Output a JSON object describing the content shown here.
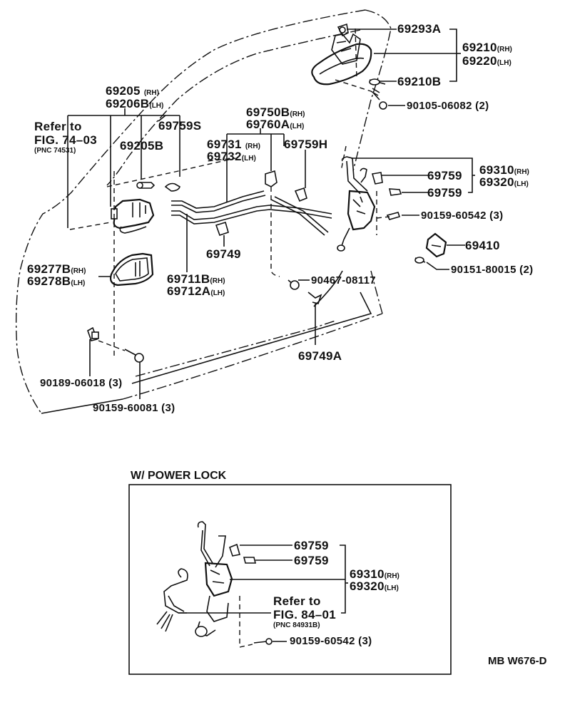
{
  "diagram": {
    "main": {
      "labels": {
        "p69293A": {
          "part": "69293A"
        },
        "p69210": {
          "part": "69210",
          "suffix": "(RH)"
        },
        "p69220": {
          "part": "69220",
          "suffix": "(LH)"
        },
        "p69210B": {
          "part": "69210B"
        },
        "p90105": {
          "part": "90105-06082 (2)"
        },
        "p69205": {
          "part": "69205",
          "suffix": "(RH)"
        },
        "p69206B": {
          "part": "69206B",
          "suffix": "(LH)"
        },
        "refer74": {
          "line1": "Refer to",
          "line2": "FIG. 74–03",
          "pnc": "(PNC 74531)"
        },
        "p69759S": {
          "part": "69759S"
        },
        "p69205B": {
          "part": "69205B"
        },
        "p69750B": {
          "part": "69750B",
          "suffix": "(RH)"
        },
        "p69760A": {
          "part": "69760A",
          "suffix": "(LH)"
        },
        "p69731": {
          "part": "69731",
          "suffix": "(RH)"
        },
        "p69732": {
          "part": "69732",
          "suffix": "(LH)"
        },
        "p69759H": {
          "part": "69759H"
        },
        "p69759a": {
          "part": "69759"
        },
        "p69759b": {
          "part": "69759"
        },
        "p69310": {
          "part": "69310",
          "suffix": "(RH)"
        },
        "p69320": {
          "part": "69320",
          "suffix": "(LH)"
        },
        "p90159_60542": {
          "part": "90159-60542 (3)"
        },
        "p69410": {
          "part": "69410"
        },
        "p90151": {
          "part": "90151-80015 (2)"
        },
        "p69749": {
          "part": "69749"
        },
        "p69277B": {
          "part": "69277B",
          "suffix": "(RH)"
        },
        "p69278B": {
          "part": "69278B",
          "suffix": "(LH)"
        },
        "p69711B": {
          "part": "69711B",
          "suffix": "(RH)"
        },
        "p69712A": {
          "part": "69712A",
          "suffix": "(LH)"
        },
        "p90467": {
          "part": "90467-08117"
        },
        "p69749A": {
          "part": "69749A"
        },
        "p90189": {
          "part": "90189-06018 (3)"
        },
        "p90159_60081": {
          "part": "90159-60081 (3)"
        }
      }
    },
    "power_lock": {
      "title": "W/ POWER LOCK",
      "labels": {
        "p69759a": {
          "part": "69759"
        },
        "p69759b": {
          "part": "69759"
        },
        "p69310": {
          "part": "69310",
          "suffix": "(RH)"
        },
        "p69320": {
          "part": "69320",
          "suffix": "(LH)"
        },
        "refer84": {
          "line1": "Refer to",
          "line2": "FIG. 84–01",
          "pnc": "(PNC 84931B)"
        },
        "p90159_60542": {
          "part": "90159-60542 (3)"
        }
      }
    },
    "figure_code": "MB W676-D"
  }
}
